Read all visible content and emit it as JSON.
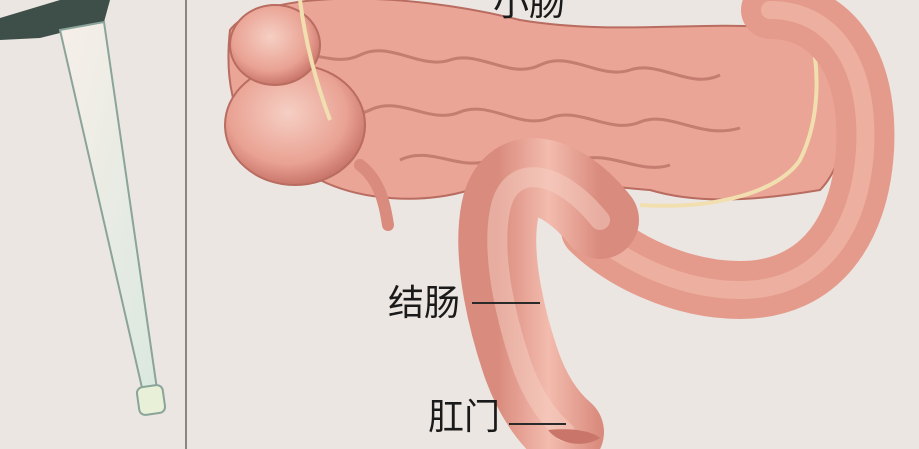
{
  "labels": {
    "small_intestine": "小肠",
    "colon": "结肠",
    "anus": "肛门"
  },
  "colors": {
    "paper": "#ece6e2",
    "intestine": "#e9a293",
    "intestine_shadow": "#c9756a",
    "intestine_highlight": "#f6cfc4",
    "instrument": "#cfe3d7",
    "leader_line": "#2a2a2a"
  }
}
